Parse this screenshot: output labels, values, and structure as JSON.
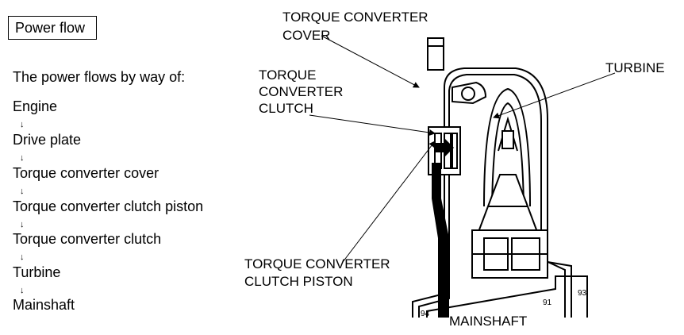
{
  "panel": {
    "title": "Power flow",
    "intro": "The power flows by way of:",
    "arrow_glyph": "↓",
    "steps": [
      "Engine",
      "Drive plate",
      "Torque converter cover",
      "Torque converter clutch piston",
      "Torque converter clutch",
      "Turbine",
      "Mainshaft"
    ]
  },
  "diagram": {
    "labels": {
      "cover_1": "TORQUE CONVERTER",
      "cover_2": "COVER",
      "clutch_1": "TORQUE",
      "clutch_2": "CONVERTER",
      "clutch_3": "CLUTCH",
      "turbine": "TURBINE",
      "piston_1": "TORQUE CONVERTER",
      "piston_2": "CLUTCH PISTON",
      "mainshaft": "MAINSHAFT"
    },
    "ref_numbers": {
      "r91": "91",
      "r93": "93",
      "r94": "94"
    }
  }
}
